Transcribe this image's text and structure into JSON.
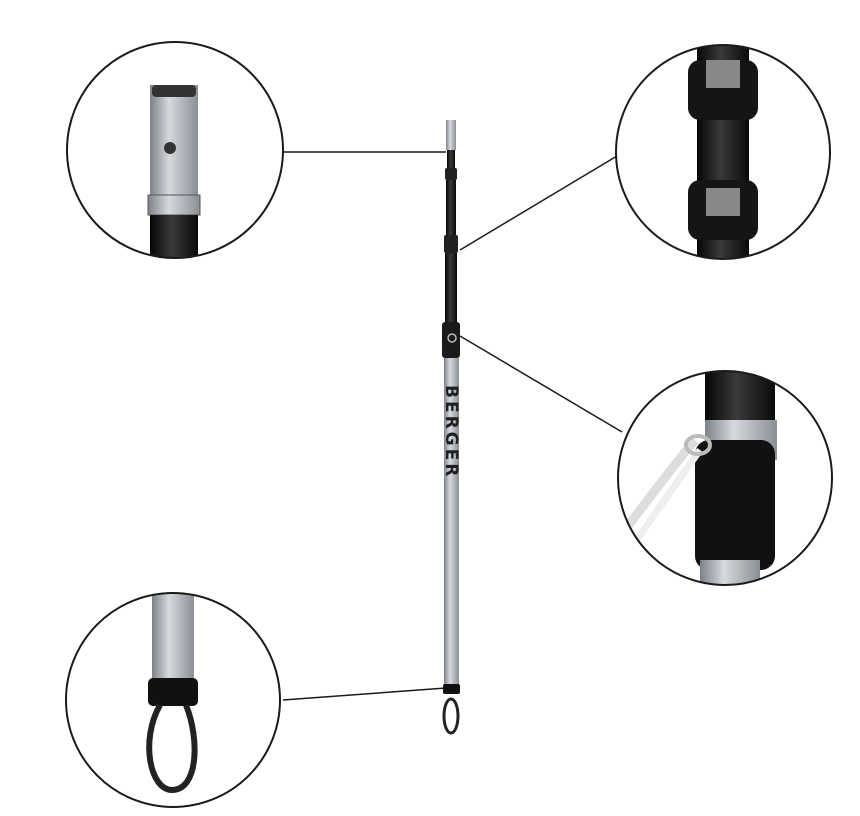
{
  "product": {
    "brand_text": "BERGER"
  },
  "colors": {
    "pole_silver": "#a9adb3",
    "pole_black": "#1a1a1a",
    "lines": "#1a1a1a",
    "background": "#ffffff"
  },
  "callouts": [
    {
      "name": "top-tip-detail"
    },
    {
      "name": "section-clamp-detail"
    },
    {
      "name": "handle-clamp-with-cord-detail"
    },
    {
      "name": "bottom-loop-detail"
    }
  ]
}
